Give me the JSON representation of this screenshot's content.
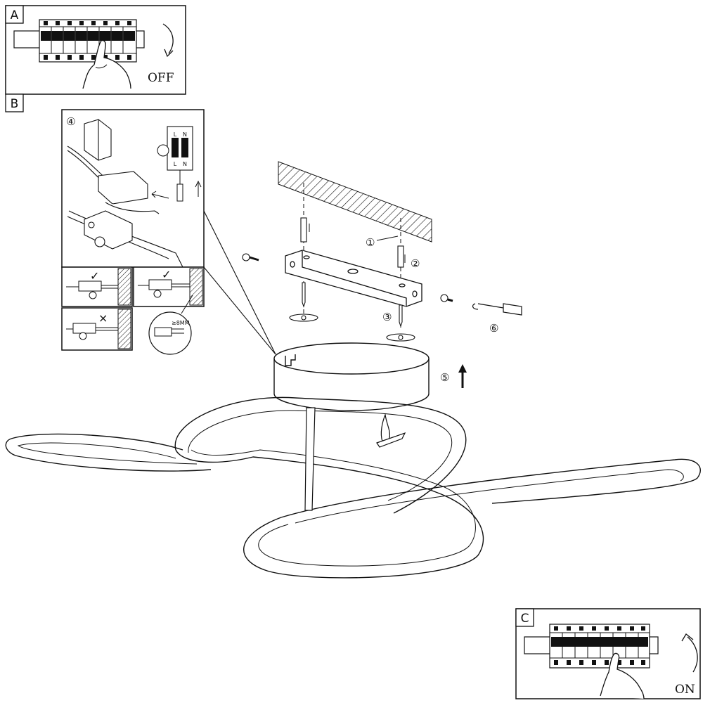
{
  "panels": {
    "a": {
      "label": "A",
      "caption": "OFF"
    },
    "b": {
      "label": "B"
    },
    "c": {
      "label": "C",
      "caption": "ON"
    }
  },
  "wiring": {
    "terminal_top": [
      "L",
      "N"
    ],
    "terminal_bottom": [
      "L",
      "N"
    ],
    "strip_length": "≥8MM",
    "check_mark": "✓",
    "cross_mark": "×"
  },
  "steps": [
    "①",
    "②",
    "③",
    "④",
    "⑤",
    "⑥"
  ]
}
